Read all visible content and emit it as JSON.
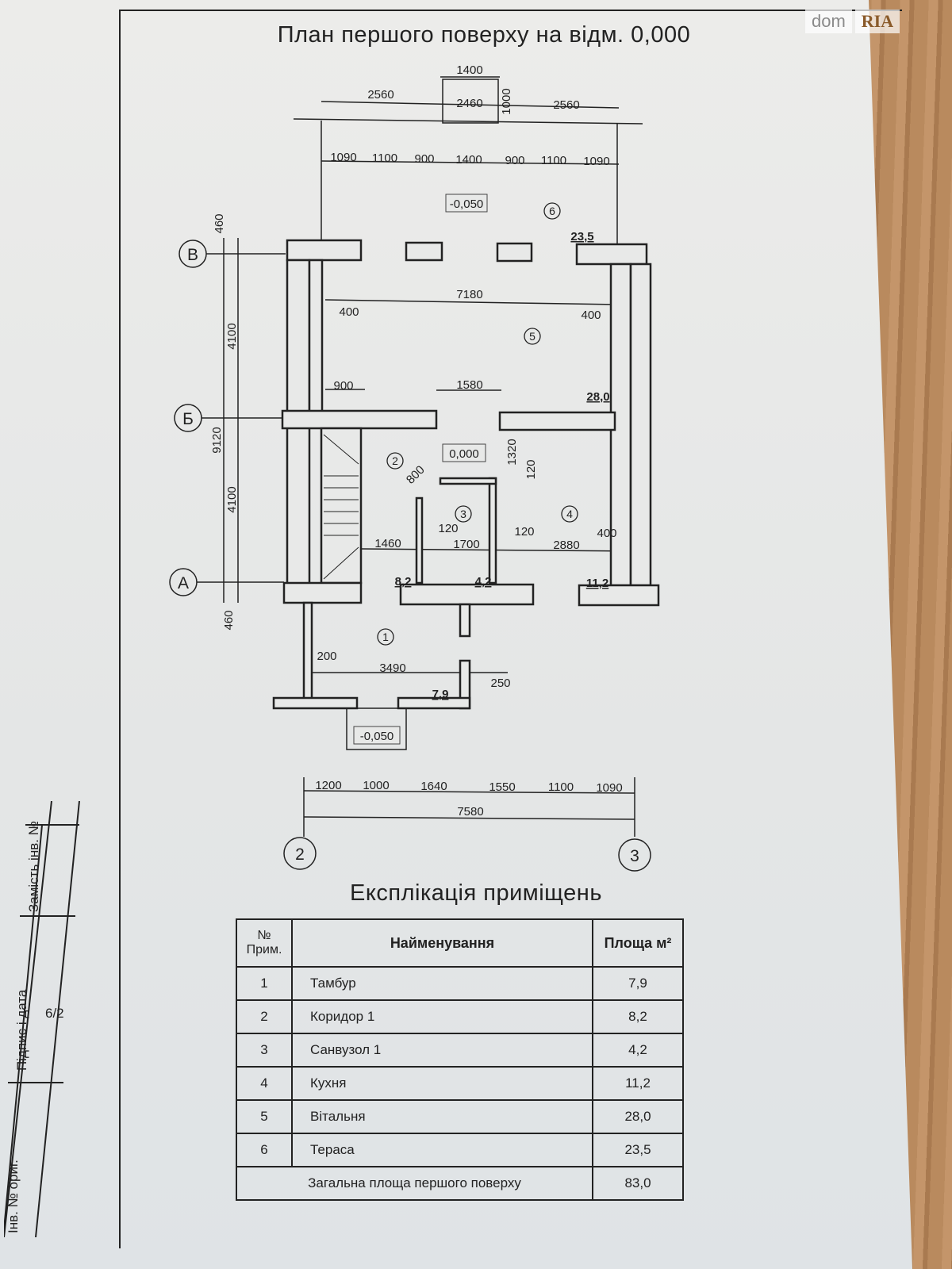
{
  "title": "План першого поверху на відм. 0,000",
  "watermark": {
    "dom": "dom",
    "ria": "RIA"
  },
  "plan": {
    "top_dims": [
      "2560",
      "2460",
      "2560"
    ],
    "bay_width": "1400",
    "bay_depth": "1000",
    "terrace_dims": [
      "1090",
      "1100",
      "900",
      "1400",
      "900",
      "1100",
      "1090"
    ],
    "terrace_level": "-0,050",
    "entrance_level": "-0,050",
    "floor_level": "0,000",
    "axes": {
      "V": "В",
      "B": "Б",
      "A": "А",
      "n2": "2",
      "n3": "3"
    },
    "left_dims": [
      "460",
      "4100",
      "9120",
      "4100",
      "460"
    ],
    "living_dims": {
      "width": "7180",
      "wall_l": "400",
      "wall_r": "400",
      "w900": "900",
      "door": "1580"
    },
    "mid_dims": {
      "d1460": "1460",
      "d1700": "1700",
      "d2880": "2880",
      "w120a": "120",
      "w120b": "120",
      "w400": "400",
      "d1320": "1320",
      "d120": "120",
      "d800": "800"
    },
    "tambur_dims": {
      "w200": "200",
      "d3490": "3490",
      "w250": "250"
    },
    "bottom_dims": [
      "1200",
      "1000",
      "1640",
      "1550",
      "1100",
      "1090"
    ],
    "bottom_total": "7580",
    "rooms": [
      {
        "num": "1",
        "area": "7,9"
      },
      {
        "num": "2",
        "area": "8,2"
      },
      {
        "num": "3",
        "area": "4,2"
      },
      {
        "num": "4",
        "area": "11,2"
      },
      {
        "num": "5",
        "area": "28,0"
      },
      {
        "num": "6",
        "area": "23,5"
      }
    ]
  },
  "explication": {
    "title": "Експлікація приміщень",
    "headers": {
      "num": "№ Прим.",
      "name": "Найменування",
      "area": "Площа м²"
    },
    "rows": [
      {
        "num": "1",
        "name": "Тамбур",
        "area": "7,9"
      },
      {
        "num": "2",
        "name": "Коридор 1",
        "area": "8,2"
      },
      {
        "num": "3",
        "name": "Санвузол 1",
        "area": "4,2"
      },
      {
        "num": "4",
        "name": "Кухня",
        "area": "11,2"
      },
      {
        "num": "5",
        "name": "Вітальня",
        "area": "28,0"
      },
      {
        "num": "6",
        "name": "Тераса",
        "area": "23,5"
      }
    ],
    "total_label": "Загальна площа першого поверху",
    "total_value": "83,0"
  },
  "stamp": {
    "replace_inv": "Замість інв. №",
    "sign_date": "Підпис і дата",
    "sign_value": "6/2",
    "inv_orig": "Інв. № ориг."
  }
}
